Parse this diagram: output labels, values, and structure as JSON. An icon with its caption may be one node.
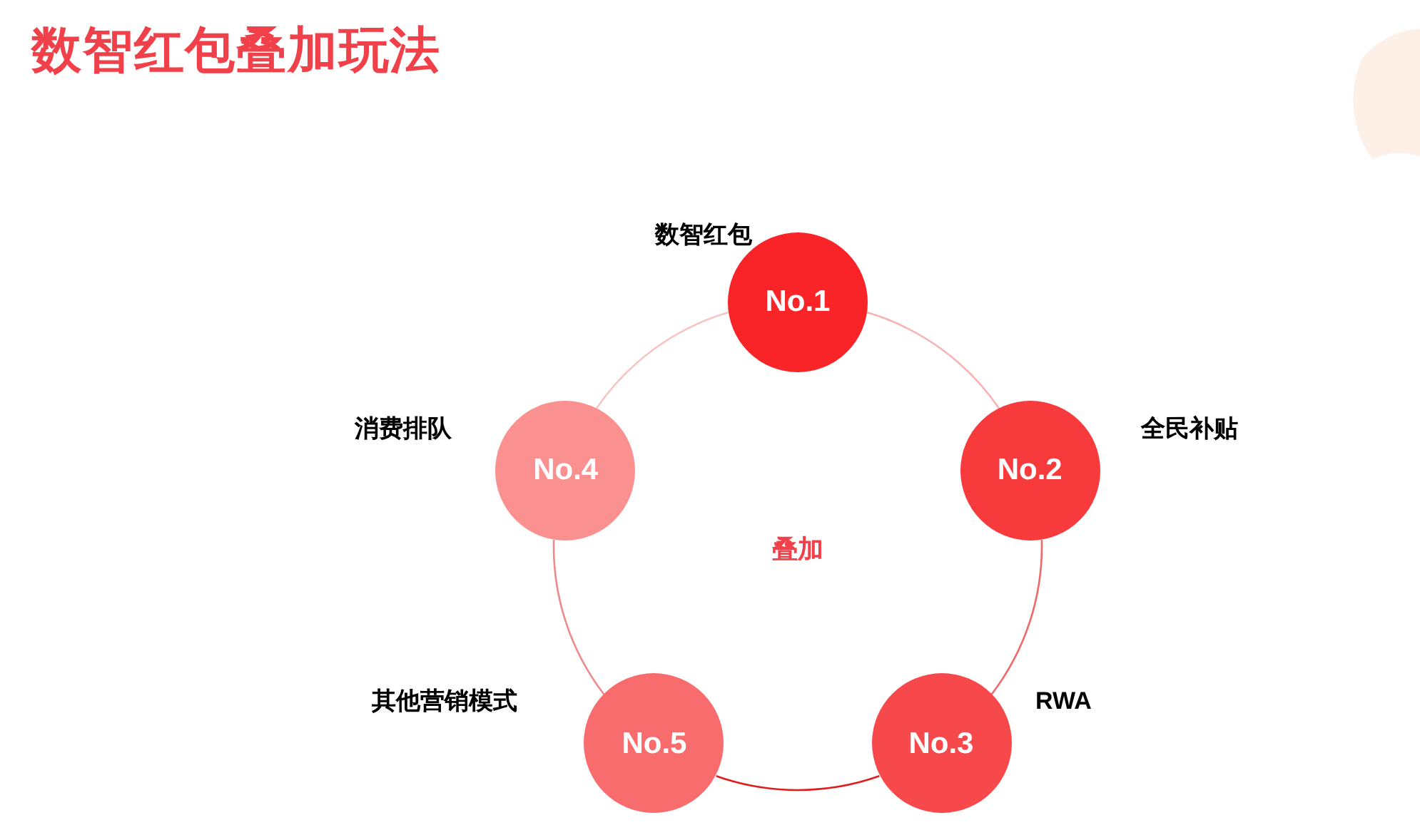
{
  "diagram": {
    "title": "数智红包叠加玩法",
    "nodes": [
      {
        "text": [
          "No.1"
        ],
        "beside": [
          "数智红包"
        ]
      },
      {
        "text": [
          "No.2"
        ],
        "beside": [
          "全民补贴"
        ]
      },
      {
        "text": [
          "No.3"
        ],
        "beside": [
          "RWA"
        ]
      },
      {
        "text": [
          "No.4"
        ],
        "beside": [
          "消费排队"
        ]
      },
      {
        "text": [
          "No.5"
        ],
        "beside": [
          "其他营销模式"
        ]
      }
    ],
    "edges": [
      {
        "from": 0,
        "to": 1,
        "arrow": "none",
        "color": "#f7b3b3"
      },
      {
        "from": 1,
        "to": 2,
        "arrow": "none",
        "color": "#ee6a6a"
      },
      {
        "from": 2,
        "to": 4,
        "arrow": "none",
        "color": "#e01c1c"
      },
      {
        "from": 4,
        "to": 3,
        "arrow": "none",
        "color": "#ee8a8a"
      },
      {
        "from": 3,
        "to": 0,
        "arrow": "none",
        "color": "#f7c4c4"
      }
    ],
    "labels": [
      "叠加"
    ]
  }
}
